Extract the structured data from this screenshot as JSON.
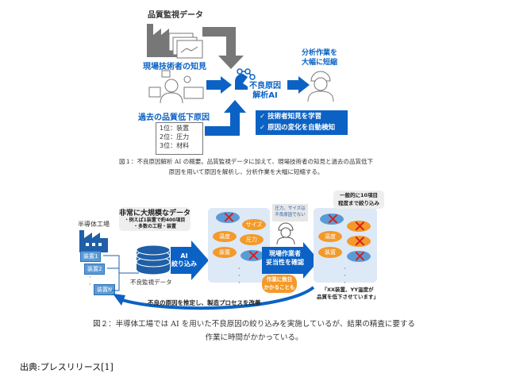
{
  "fig1": {
    "quality_data": "品質監視データ",
    "engineer_knowledge": "現場技術者の知見",
    "past_causes": "過去の品質低下原因",
    "ranking": [
      "1位：装置",
      "2位：圧力",
      "3位：材料"
    ],
    "ai_label": [
      "不良原因",
      "解析AI"
    ],
    "result": [
      "分析作業を",
      "大幅に短縮"
    ],
    "features": [
      "✓ 技術者知見を学習",
      "✓ 原因の変化を自動検知"
    ],
    "caption": [
      "図１：不良原因解析 AI の概要。品質監視データに加えて、現場技術者の知見と過去の品質低下",
      "原因を用いて原因を解析し、分析作業を大幅に短縮する。"
    ]
  },
  "fig2": {
    "factory": "半導体工場",
    "devices": [
      "装置1",
      "装置2",
      "装置N"
    ],
    "bubble_title": "非常に大規模なデータ",
    "bubble_lines": [
      "・例えば1装置で約400項目",
      "・多数の工程・装置"
    ],
    "db_label": "不良監視データ",
    "ai_arrow": [
      "AI",
      "絞り込み"
    ],
    "panel1_tags": [
      "サイズ",
      "温度",
      "圧力",
      "装置"
    ],
    "worker_bubble": [
      "圧力、サイズは",
      "不良原因でない"
    ],
    "check_arrow": [
      "現場作業者",
      "妥当性を確認"
    ],
    "days_bubble": [
      "作業に数日",
      "かかることも"
    ],
    "top_bubble": [
      "一般的に10項目",
      "程度まで絞り込み"
    ],
    "panel2_tags": [
      "温度",
      "装置"
    ],
    "quote": [
      "「XX装置、YY温度が",
      "品質を低下させています」"
    ],
    "feedback": "不良の原因を推定し、製造プロセスを改善",
    "caption": [
      "図２：半導体工場では AI を用いた不良原因の絞り込みを実施しているが、結果の精査に要する",
      "作業に時間がかかっている。"
    ]
  },
  "source": "出典:プレスリリース[1]",
  "colors": {
    "blue": "#0b62c4",
    "orange": "#f39a2a",
    "gray": "#777777"
  }
}
